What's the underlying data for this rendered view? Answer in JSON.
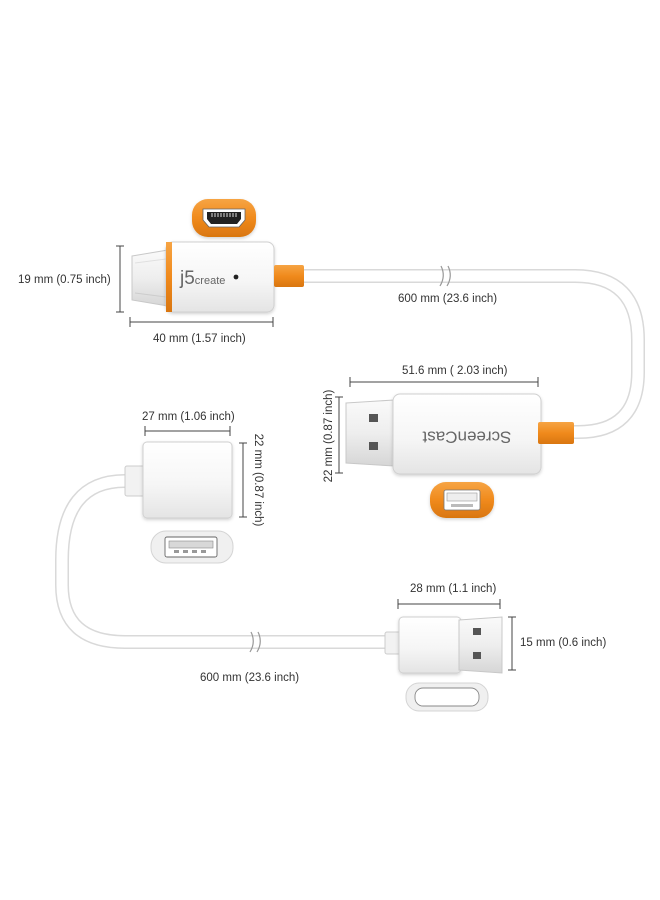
{
  "colors": {
    "accent": "#F08A1C",
    "device_body": "#F4F4F4",
    "cable": "#FFFFFF",
    "dimension_line": "#444444"
  },
  "hdmi_adapter": {
    "brand_prefix": "j5",
    "brand_suffix": "create",
    "height_label": "19 mm (0.75 inch)",
    "width_label": "40 mm (1.57 inch)",
    "port_icon": "hdmi-port-icon"
  },
  "top_cable": {
    "length_label": "600 mm (23.6 inch)"
  },
  "screencast_dongle": {
    "brand_text": "ScreenCast",
    "width_label": "51.6 mm ( 2.03 inch)",
    "height_label": "22 mm (0.87 inch)",
    "port_icon": "usb-a-port-icon"
  },
  "usb_female_adapter": {
    "width_label": "27 mm (1.06 inch)",
    "height_label": "22 mm (0.87 inch)",
    "port_icon": "usb-a-female-port-icon"
  },
  "usb_male_plug": {
    "width_label": "28 mm (1.1 inch)",
    "height_label": "15 mm (0.6 inch)",
    "port_icon": "usb-a-plug-face-icon"
  },
  "bottom_cable": {
    "length_label": "600 mm (23.6 inch)"
  }
}
